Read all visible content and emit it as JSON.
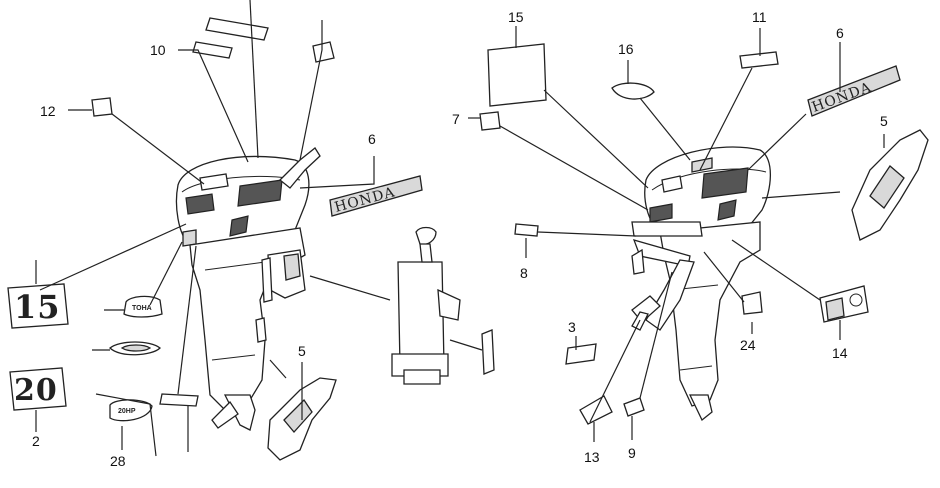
{
  "callouts": {
    "n10": "10",
    "n12": "12",
    "n6_left": "6",
    "n5_left": "5",
    "n2": "2",
    "n28": "28",
    "n15": "15",
    "n16": "16",
    "n11": "11",
    "n6_right": "6",
    "n5_right": "5",
    "n7": "7",
    "n8": "8",
    "n3": "3",
    "n24": "24",
    "n14": "14",
    "n13": "13",
    "n9": "9"
  },
  "labels": {
    "honda_left": "HONDA",
    "honda_right": "HONDA",
    "badge_15": "15",
    "badge_20": "20",
    "tag_left_a": "TOHA",
    "tag_left_b": "20HP"
  },
  "colors": {
    "line": "#222222",
    "background": "#ffffff",
    "fill_shade": "#d9d9d9",
    "fill_dark": "#555555"
  }
}
